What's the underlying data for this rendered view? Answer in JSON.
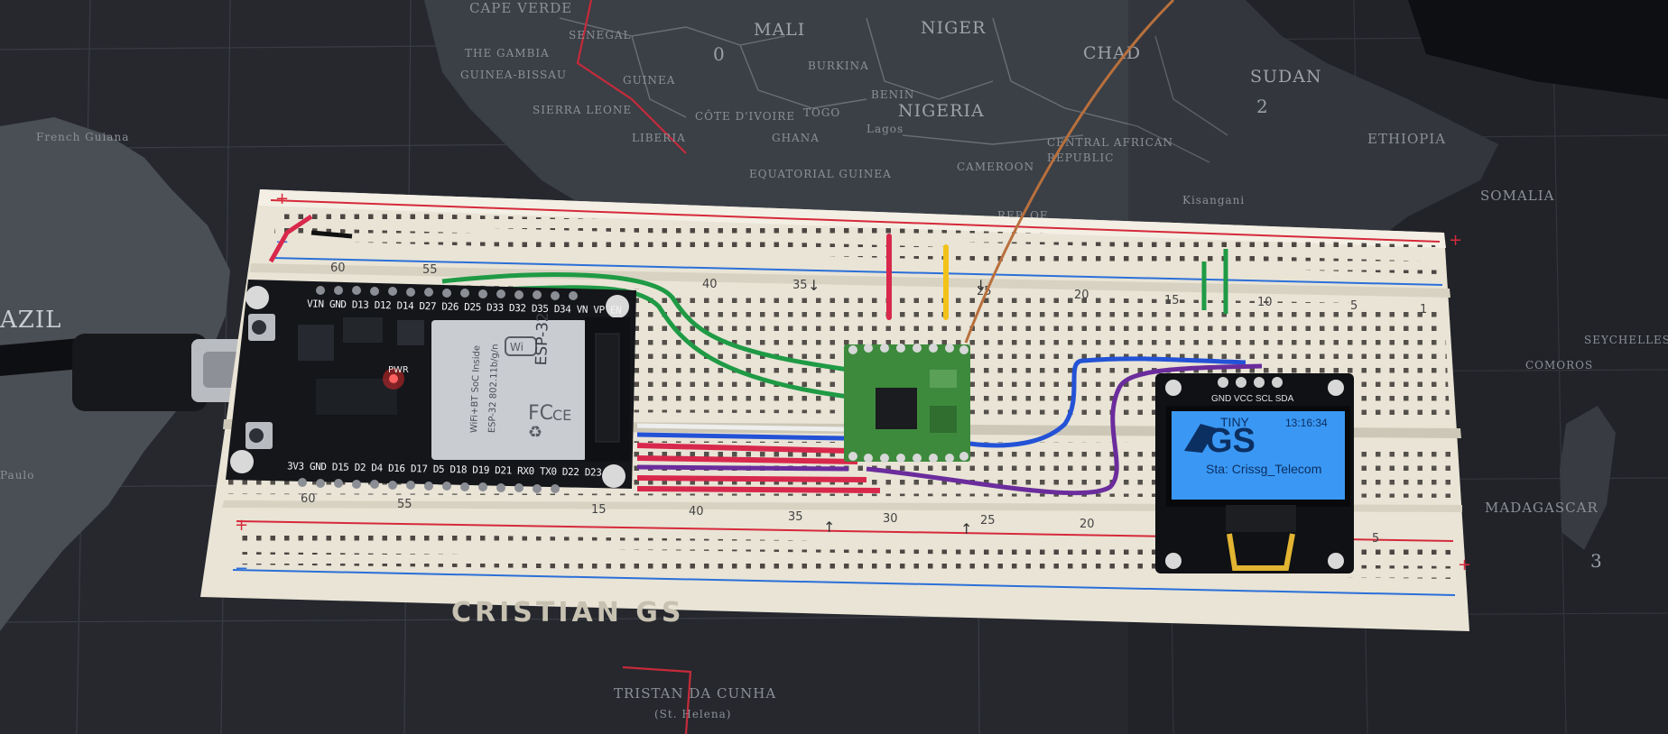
{
  "map": {
    "countries": {
      "cape_verde": "CAPE VERDE",
      "mali": "MALI",
      "niger": "NIGER",
      "chad": "CHAD",
      "sudan": "SUDAN",
      "nigeria": "NIGERIA",
      "gambia": "THE GAMBIA",
      "senegal": "SENEGAL",
      "guinea_bissau": "GUINEA-BISSAU",
      "guinea": "GUINEA",
      "sierra_leone": "SIERRA LEONE",
      "liberia": "LIBERIA",
      "cote_divoire": "CÔTE D'IVOIRE",
      "ghana": "GHANA",
      "togo": "TOGO",
      "benin": "BENIN",
      "burkina": "BURKINA",
      "lagos": "Lagos",
      "cameroon": "CAMEROON",
      "car": "CENTRAL AFRICAN REPUBLIC",
      "eq_guinea": "EQUATORIAL GUINEA",
      "ethiopia": "ETHIOPIA",
      "somalia": "SOMALIA",
      "madagascar": "MADAGASCAR",
      "seychelles": "SEYCHELLES",
      "comoros": "COMOROS",
      "tristan": "TRISTAN DA CUNHA",
      "st_helena": "(St. Helena)",
      "kisangani": "Kisangani",
      "brazil_frag": "AZIL",
      "french_guiana": "French Guiana",
      "sao_paulo": "Paulo",
      "rep_congo": "REP. OF"
    },
    "numbers": {
      "n0": "0",
      "n2": "2",
      "n3": "3"
    }
  },
  "breadboard": {
    "top_numbers": [
      "60",
      "55",
      "40",
      "35",
      "25",
      "20",
      "15",
      "10",
      "5",
      "1"
    ],
    "bottom_numbers": [
      "60",
      "55",
      "40",
      "35",
      "30",
      "25",
      "20",
      "15",
      "5"
    ],
    "bottom_label": "CRISTIAN GS"
  },
  "esp32": {
    "top_pins": "VIN GND D13 D12 D14 D27 D26 D25 D33 D32 D35 D34 VN  VP  EN",
    "bottom_pins": "3V3 GND D15 D2  D4 D16 D17 D5 D18 D19 D21 RX0 TX0 D22 D23",
    "module_name": "ESP-32",
    "module_line1": "WiFi+BT SoC Inside",
    "module_line2": "ESP-32 802.11b/g/n",
    "pwr_label": "PWR",
    "led_color": "#ff2a2a"
  },
  "oled": {
    "pins": "GND VCC SCL SDA",
    "logo": "GS",
    "header_text": "TINY",
    "time": "13:16:34",
    "status": "Sta: Crissg_Telecom",
    "screen_color": "#2f8ff0"
  },
  "colors": {
    "board_red": "#d6293a",
    "board_blue": "#2b6fd8",
    "wire_green": "#1f9a45",
    "wire_red": "#d8284b",
    "wire_yellow": "#f2c21a",
    "wire_blue": "#2352d6",
    "wire_purple": "#6b2c9c",
    "pcb": "#14161a"
  }
}
